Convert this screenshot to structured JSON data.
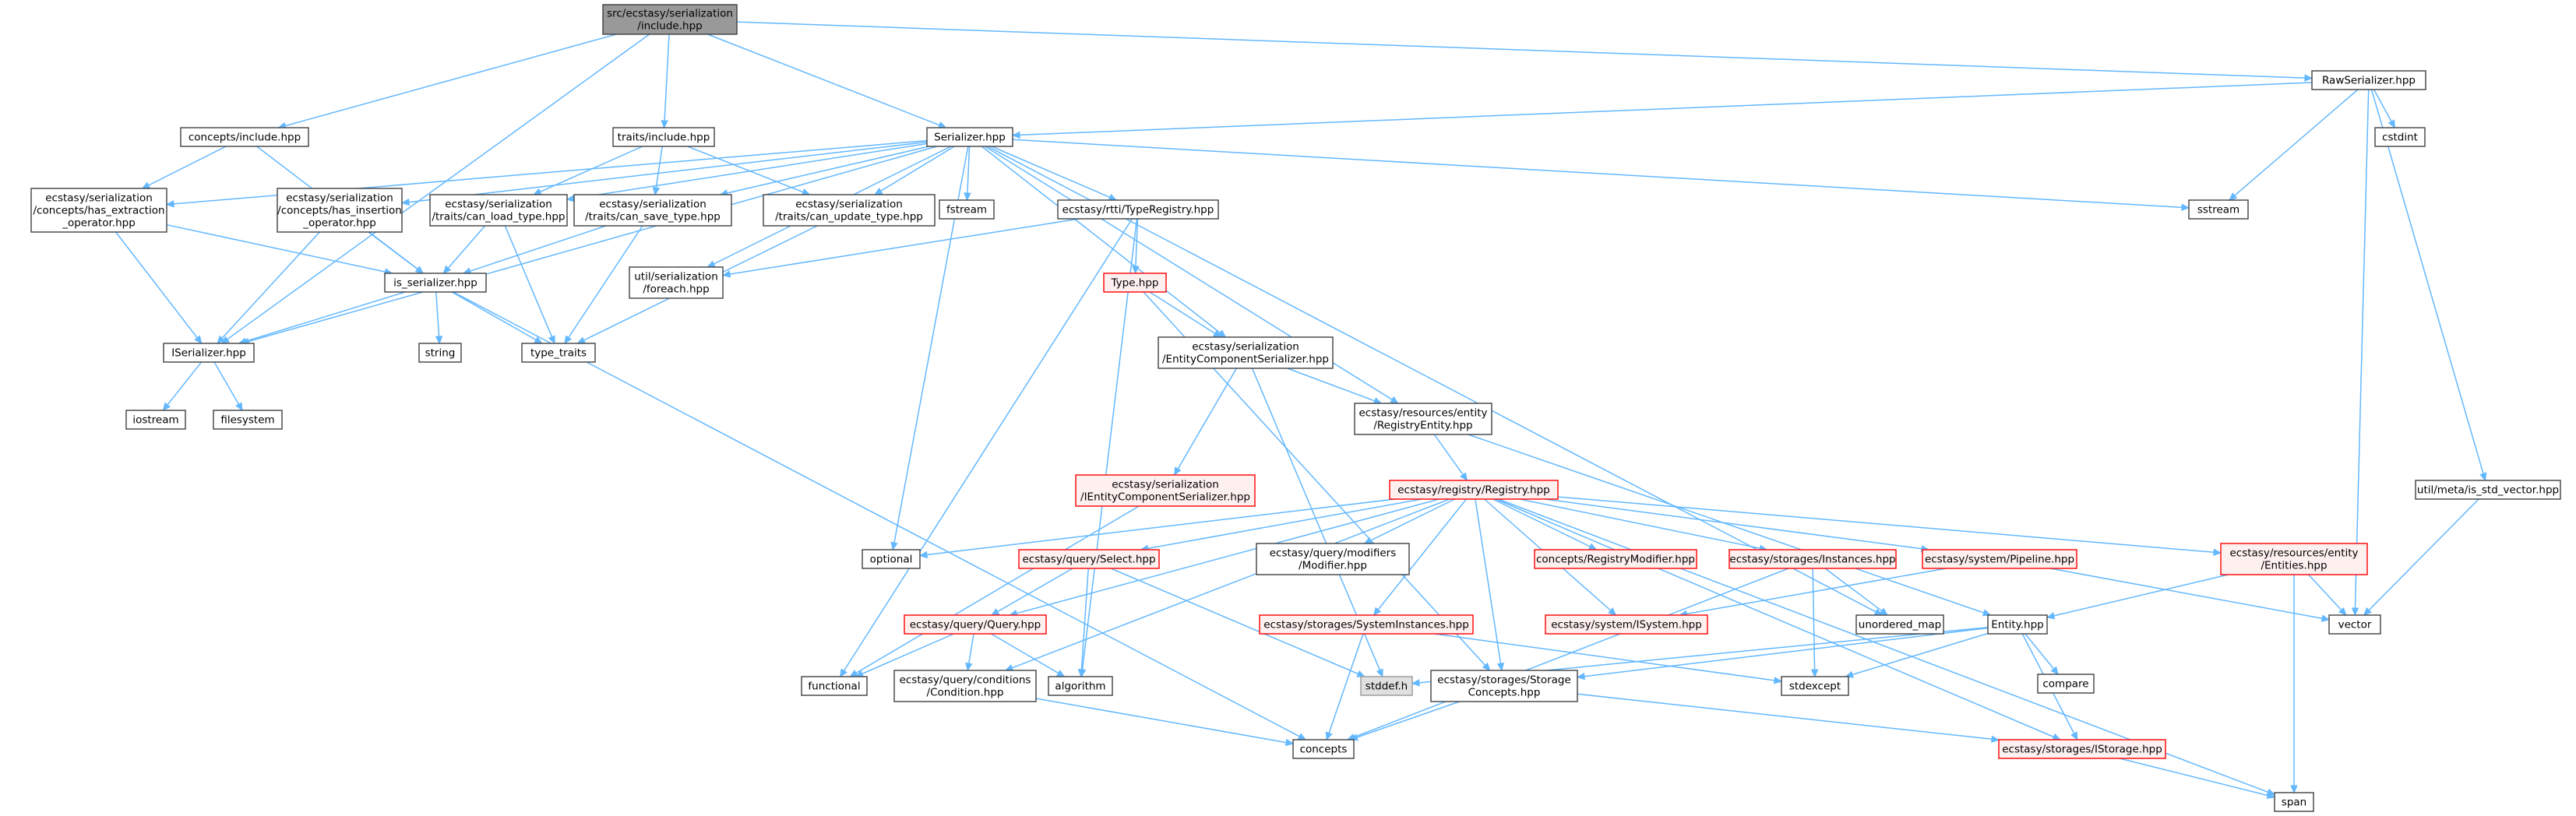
{
  "colors": {
    "edge": "#63b8ff",
    "normal_border": "#404040",
    "normal_fill": "#ffffff",
    "red_border": "#ff0000",
    "red_fill": "#fff0f0",
    "root_fill": "#999999",
    "gray_fill": "#e0e0e0"
  },
  "nodes": {
    "root": {
      "lines": [
        "src/ecstasy/serialization",
        "/include.hpp"
      ],
      "style": "root"
    },
    "concepts_include": {
      "lines": [
        "concepts/include.hpp"
      ],
      "style": "normal"
    },
    "traits_include": {
      "lines": [
        "traits/include.hpp"
      ],
      "style": "normal"
    },
    "serializer": {
      "lines": [
        "Serializer.hpp"
      ],
      "style": "normal"
    },
    "rawserializer": {
      "lines": [
        "RawSerializer.hpp"
      ],
      "style": "normal"
    },
    "cstdint": {
      "lines": [
        "cstdint"
      ],
      "style": "normal"
    },
    "sstream": {
      "lines": [
        "sstream"
      ],
      "style": "normal"
    },
    "has_extraction": {
      "lines": [
        "ecstasy/serialization",
        "/concepts/has_extraction",
        "_operator.hpp"
      ],
      "style": "normal"
    },
    "has_insertion": {
      "lines": [
        "ecstasy/serialization",
        "/concepts/has_insertion",
        "_operator.hpp"
      ],
      "style": "normal"
    },
    "can_load": {
      "lines": [
        "ecstasy/serialization",
        "/traits/can_load_type.hpp"
      ],
      "style": "normal"
    },
    "can_save": {
      "lines": [
        "ecstasy/serialization",
        "/traits/can_save_type.hpp"
      ],
      "style": "normal"
    },
    "can_update": {
      "lines": [
        "ecstasy/serialization",
        "/traits/can_update_type.hpp"
      ],
      "style": "normal"
    },
    "fstream": {
      "lines": [
        "fstream"
      ],
      "style": "normal"
    },
    "typeregistry": {
      "lines": [
        "ecstasy/rtti/TypeRegistry.hpp"
      ],
      "style": "normal"
    },
    "is_serializer": {
      "lines": [
        "is_serializer.hpp"
      ],
      "style": "normal"
    },
    "foreach": {
      "lines": [
        "util/serialization",
        "/foreach.hpp"
      ],
      "style": "normal"
    },
    "type_hpp": {
      "lines": [
        "Type.hpp"
      ],
      "style": "red"
    },
    "iserializer": {
      "lines": [
        "ISerializer.hpp"
      ],
      "style": "normal"
    },
    "string": {
      "lines": [
        "string"
      ],
      "style": "normal"
    },
    "type_traits": {
      "lines": [
        "type_traits"
      ],
      "style": "normal"
    },
    "ecs_serializer": {
      "lines": [
        "ecstasy/serialization",
        "/EntityComponentSerializer.hpp"
      ],
      "style": "normal"
    },
    "iostream": {
      "lines": [
        "iostream"
      ],
      "style": "normal"
    },
    "filesystem": {
      "lines": [
        "filesystem"
      ],
      "style": "normal"
    },
    "registry_entity": {
      "lines": [
        "ecstasy/resources/entity",
        "/RegistryEntity.hpp"
      ],
      "style": "normal"
    },
    "iecs_serializer": {
      "lines": [
        "ecstasy/serialization",
        "/IEntityComponentSerializer.hpp"
      ],
      "style": "red"
    },
    "registry": {
      "lines": [
        "ecstasy/registry/Registry.hpp"
      ],
      "style": "red"
    },
    "is_std_vector": {
      "lines": [
        "util/meta/is_std_vector.hpp"
      ],
      "style": "normal"
    },
    "optional": {
      "lines": [
        "optional"
      ],
      "style": "normal"
    },
    "select": {
      "lines": [
        "ecstasy/query/Select.hpp"
      ],
      "style": "red"
    },
    "modifier": {
      "lines": [
        "ecstasy/query/modifiers",
        "/Modifier.hpp"
      ],
      "style": "normal"
    },
    "registry_modifier": {
      "lines": [
        "concepts/RegistryModifier.hpp"
      ],
      "style": "red"
    },
    "instances": {
      "lines": [
        "ecstasy/storages/Instances.hpp"
      ],
      "style": "red"
    },
    "pipeline": {
      "lines": [
        "ecstasy/system/Pipeline.hpp"
      ],
      "style": "red"
    },
    "entities": {
      "lines": [
        "ecstasy/resources/entity",
        "/Entities.hpp"
      ],
      "style": "red"
    },
    "query": {
      "lines": [
        "ecstasy/query/Query.hpp"
      ],
      "style": "red"
    },
    "system_instances": {
      "lines": [
        "ecstasy/storages/SystemInstances.hpp"
      ],
      "style": "red"
    },
    "isystem": {
      "lines": [
        "ecstasy/system/ISystem.hpp"
      ],
      "style": "red"
    },
    "unordered_map": {
      "lines": [
        "unordered_map"
      ],
      "style": "normal"
    },
    "entity": {
      "lines": [
        "Entity.hpp"
      ],
      "style": "normal"
    },
    "vector": {
      "lines": [
        "vector"
      ],
      "style": "normal"
    },
    "compare": {
      "lines": [
        "compare"
      ],
      "style": "normal"
    },
    "functional": {
      "lines": [
        "functional"
      ],
      "style": "normal"
    },
    "condition": {
      "lines": [
        "ecstasy/query/conditions",
        "/Condition.hpp"
      ],
      "style": "normal"
    },
    "algorithm": {
      "lines": [
        "algorithm"
      ],
      "style": "normal"
    },
    "stddef": {
      "lines": [
        "stddef.h"
      ],
      "style": "gray"
    },
    "storage_concepts": {
      "lines": [
        "ecstasy/storages/Storage",
        "Concepts.hpp"
      ],
      "style": "normal"
    },
    "stdexcept": {
      "lines": [
        "stdexcept"
      ],
      "style": "normal"
    },
    "concepts": {
      "lines": [
        "concepts"
      ],
      "style": "normal"
    },
    "istorage": {
      "lines": [
        "ecstasy/storages/IStorage.hpp"
      ],
      "style": "red"
    },
    "span": {
      "lines": [
        "span"
      ],
      "style": "normal"
    }
  },
  "edges": [
    [
      "root",
      "concepts_include"
    ],
    [
      "root",
      "traits_include"
    ],
    [
      "root",
      "serializer"
    ],
    [
      "root",
      "rawserializer"
    ],
    [
      "root",
      "iserializer"
    ],
    [
      "concepts_include",
      "has_extraction"
    ],
    [
      "concepts_include",
      "is_serializer"
    ],
    [
      "traits_include",
      "can_load"
    ],
    [
      "traits_include",
      "can_save"
    ],
    [
      "traits_include",
      "can_update"
    ],
    [
      "serializer",
      "has_extraction"
    ],
    [
      "serializer",
      "has_insertion"
    ],
    [
      "serializer",
      "can_load"
    ],
    [
      "serializer",
      "can_save"
    ],
    [
      "serializer",
      "can_update"
    ],
    [
      "serializer",
      "fstream"
    ],
    [
      "serializer",
      "typeregistry"
    ],
    [
      "serializer",
      "sstream"
    ],
    [
      "serializer",
      "iserializer"
    ],
    [
      "serializer",
      "foreach"
    ],
    [
      "serializer",
      "ecs_serializer"
    ],
    [
      "serializer",
      "registry_entity"
    ],
    [
      "serializer",
      "unordered_map"
    ],
    [
      "serializer",
      "optional"
    ],
    [
      "rawserializer",
      "serializer"
    ],
    [
      "rawserializer",
      "cstdint"
    ],
    [
      "rawserializer",
      "sstream"
    ],
    [
      "rawserializer",
      "is_std_vector"
    ],
    [
      "rawserializer",
      "vector"
    ],
    [
      "has_extraction",
      "iserializer"
    ],
    [
      "has_extraction",
      "is_serializer"
    ],
    [
      "has_insertion",
      "iserializer"
    ],
    [
      "has_insertion",
      "is_serializer"
    ],
    [
      "can_load",
      "is_serializer"
    ],
    [
      "can_load",
      "type_traits"
    ],
    [
      "can_save",
      "is_serializer"
    ],
    [
      "can_save",
      "type_traits"
    ],
    [
      "can_update",
      "type_traits"
    ],
    [
      "typeregistry",
      "type_hpp"
    ],
    [
      "typeregistry",
      "foreach"
    ],
    [
      "typeregistry",
      "functional"
    ],
    [
      "typeregistry",
      "algorithm"
    ],
    [
      "is_serializer",
      "iserializer"
    ],
    [
      "is_serializer",
      "string"
    ],
    [
      "is_serializer",
      "type_traits"
    ],
    [
      "is_serializer",
      "concepts"
    ],
    [
      "iserializer",
      "iostream"
    ],
    [
      "iserializer",
      "filesystem"
    ],
    [
      "type_hpp",
      "ecs_serializer"
    ],
    [
      "type_hpp",
      "storage_concepts"
    ],
    [
      "ecs_serializer",
      "registry_entity"
    ],
    [
      "ecs_serializer",
      "iecs_serializer"
    ],
    [
      "ecs_serializer",
      "stddef"
    ],
    [
      "registry_entity",
      "registry"
    ],
    [
      "registry_entity",
      "entity"
    ],
    [
      "iecs_serializer",
      "functional"
    ],
    [
      "registry",
      "optional"
    ],
    [
      "registry",
      "select"
    ],
    [
      "registry",
      "modifier"
    ],
    [
      "registry",
      "registry_modifier"
    ],
    [
      "registry",
      "instances"
    ],
    [
      "registry",
      "pipeline"
    ],
    [
      "registry",
      "entities"
    ],
    [
      "registry",
      "query"
    ],
    [
      "registry",
      "system_instances"
    ],
    [
      "registry",
      "isystem"
    ],
    [
      "registry",
      "condition"
    ],
    [
      "registry",
      "storage_concepts"
    ],
    [
      "registry",
      "istorage"
    ],
    [
      "registry",
      "span"
    ],
    [
      "select",
      "query"
    ],
    [
      "select",
      "algorithm"
    ],
    [
      "select",
      "stddef"
    ],
    [
      "query",
      "functional"
    ],
    [
      "query",
      "condition"
    ],
    [
      "query",
      "algorithm"
    ],
    [
      "condition",
      "concepts"
    ],
    [
      "instances",
      "unordered_map"
    ],
    [
      "instances",
      "stdexcept"
    ],
    [
      "instances",
      "concepts"
    ],
    [
      "pipeline",
      "isystem"
    ],
    [
      "pipeline",
      "vector"
    ],
    [
      "entities",
      "entity"
    ],
    [
      "entities",
      "vector"
    ],
    [
      "entities",
      "span"
    ],
    [
      "system_instances",
      "concepts"
    ],
    [
      "system_instances",
      "stdexcept"
    ],
    [
      "entity",
      "stdexcept"
    ],
    [
      "entity",
      "compare"
    ],
    [
      "entity",
      "storage_concepts"
    ],
    [
      "entity",
      "istorage"
    ],
    [
      "entity",
      "stddef"
    ],
    [
      "storage_concepts",
      "concepts"
    ],
    [
      "storage_concepts",
      "istorage"
    ],
    [
      "istorage",
      "span"
    ],
    [
      "is_std_vector",
      "vector"
    ]
  ]
}
